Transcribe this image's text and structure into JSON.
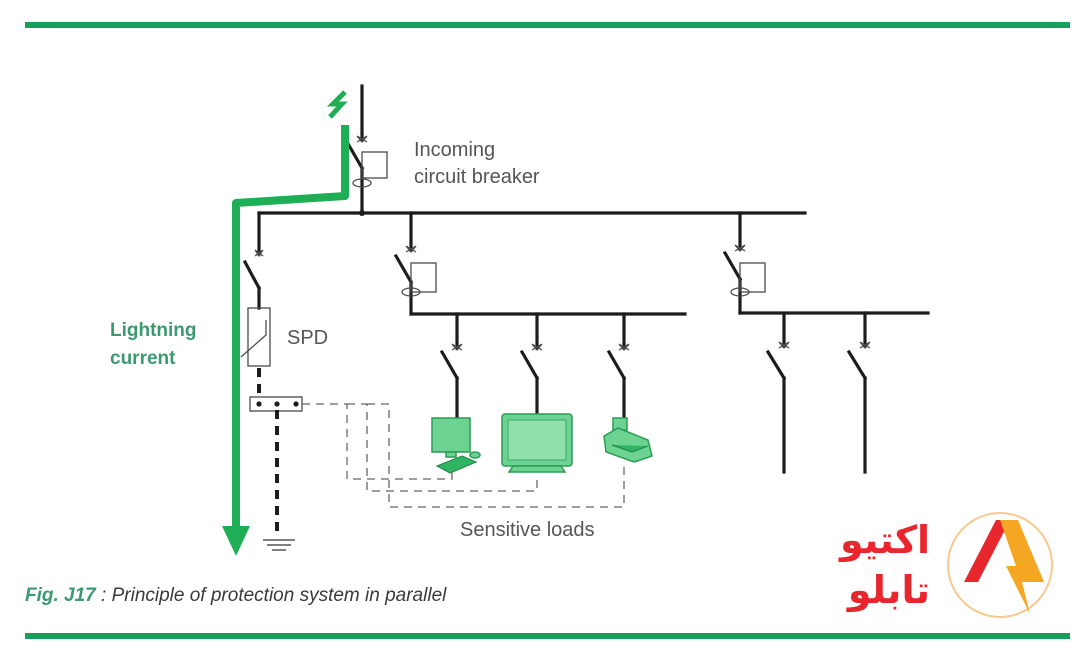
{
  "labels": {
    "incoming_breaker_line1": "Incoming",
    "incoming_breaker_line2": "circuit breaker",
    "spd": "SPD",
    "lightning_line1": "Lightning",
    "lightning_line2": "current",
    "sensitive_loads": "Sensitive loads"
  },
  "caption": {
    "figure_ref": "Fig. J17",
    "separator": " : ",
    "text": "Principle of protection system in parallel"
  },
  "loads": [
    {
      "type": "computer"
    },
    {
      "type": "monitor"
    },
    {
      "type": "printer"
    }
  ],
  "logo": {
    "line1": "اکتیو",
    "line2": "تابلو",
    "icon": "lightning-a-icon"
  },
  "colors": {
    "accent_green": "#17a05a",
    "lightning_green": "#1fae55",
    "logo_red": "#e8262e",
    "logo_orange": "#f5a623"
  }
}
